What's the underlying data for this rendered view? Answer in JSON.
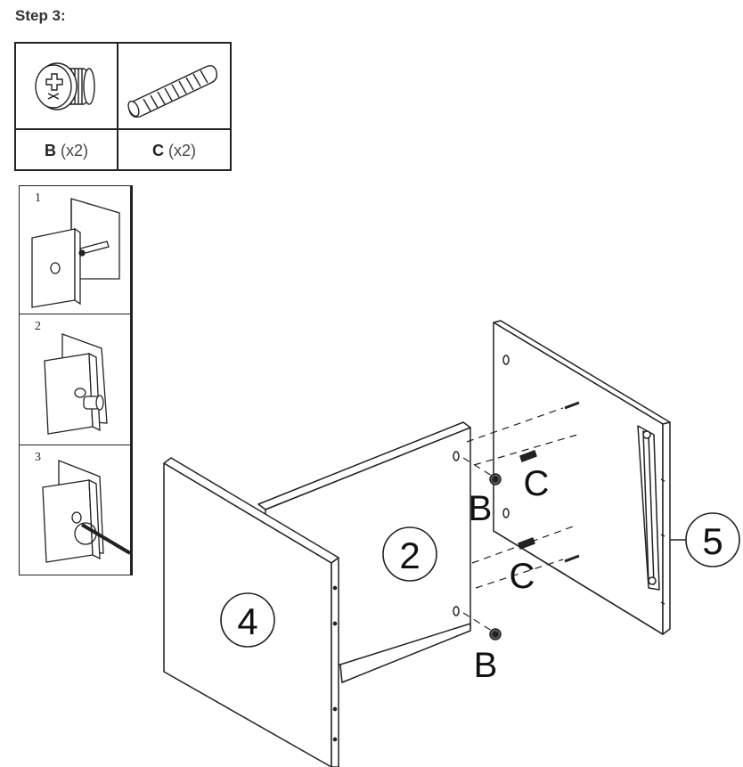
{
  "step": {
    "title": "Step 3:"
  },
  "parts": [
    {
      "letter": "B",
      "qty": "(x2)",
      "icon": "cam-lock-icon"
    },
    {
      "letter": "C",
      "qty": "(x2)",
      "icon": "wood-dowel-icon"
    }
  ],
  "substeps": [
    {
      "number": "1"
    },
    {
      "number": "2"
    },
    {
      "number": "3"
    }
  ],
  "panels": {
    "left": "4",
    "middle": "2",
    "right": "5"
  },
  "callouts": {
    "b_upper": "B",
    "b_lower": "B",
    "c_upper": "C",
    "c_lower": "C"
  }
}
